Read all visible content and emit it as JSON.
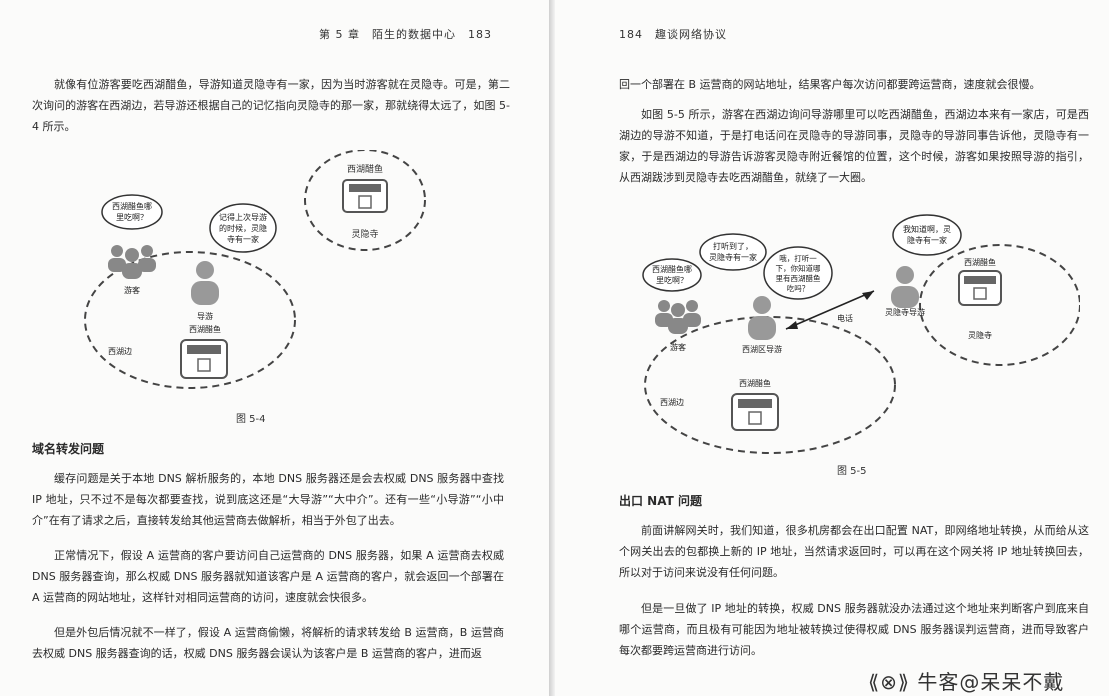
{
  "left_page": {
    "header": "第 5 章　陌生的数据中心　183",
    "intro_paragraph": "就像有位游客要吃西湖醋鱼，导游知道灵隐寺有一家，因为当时游客就在灵隐寺。可是，第二次询问的游客在西湖边，若导游还根据自己的记忆指向灵隐寺的那一家，那就绕得太远了，如图 5-4 所示。",
    "figure": {
      "caption": "图 5-4",
      "tourist_label": "游客",
      "tourist_bubble": [
        "西湖醋鱼哪",
        "里吃啊？"
      ],
      "guide_label": "导游",
      "guide_bubble": [
        "记得上次导游",
        "的时候，灵隐",
        "寺有一家"
      ],
      "shop_west_label": "西湖醋鱼",
      "area_west_label": "西湖边",
      "shop_temple_label": "西湖醋鱼",
      "area_temple_label": "灵隐寺"
    },
    "section_title": "域名转发问题",
    "paragraph_1": "缓存问题是关于本地 DNS 解析服务的，本地 DNS 服务器还是会去权威 DNS 服务器中查找 IP 地址，只不过不是每次都要查找，说到底这还是“大导游”“大中介”。还有一些“小导游”“小中介”在有了请求之后，直接转发给其他运营商去做解析，相当于外包了出去。",
    "paragraph_2": "正常情况下，假设 A 运营商的客户要访问自己运营商的 DNS 服务器，如果 A 运营商去权威 DNS 服务器查询，那么权威 DNS 服务器就知道该客户是 A 运营商的客户，就会返回一个部署在 A 运营商的网站地址，这样针对相同运营商的访问，速度就会快很多。",
    "paragraph_3": "但是外包后情况就不一样了，假设 A 运营商偷懒，将解析的请求转发给 B 运营商，B 运营商去权威 DNS 服务器查询的话，权威 DNS 服务器会误认为该客户是 B 运营商的客户，进而返"
  },
  "right_page": {
    "header": "184　趣谈网络协议",
    "continuation": "回一个部署在 B 运营商的网站地址，结果客户每次访问都要跨运营商，速度就会很慢。",
    "paragraph_1": "如图 5-5 所示，游客在西湖边询问导游哪里可以吃西湖醋鱼，西湖边本来有一家店，可是西湖边的导游不知道，于是打电话问在灵隐寺的导游同事，灵隐寺的导游同事告诉他，灵隐寺有一家，于是西湖边的导游告诉游客灵隐寺附近餐馆的位置，这个时候，游客如果按照导游的指引，从西湖跋涉到灵隐寺去吃西湖醋鱼，就绕了一大圈。",
    "figure": {
      "caption": "图 5-5",
      "tourist_label": "游客",
      "tourist_bubble": [
        "西湖醋鱼哪",
        "里吃啊？"
      ],
      "guide_label": "西湖区导游",
      "guide_bubble_1": [
        "打听到了，",
        "灵隐寺有一家"
      ],
      "guide_bubble_2": [
        "哦，打听一",
        "下，你知道哪",
        "里有西湖醋鱼",
        "吃吗？"
      ],
      "phone_label": "电话",
      "temple_guide_label": "灵隐寺导游",
      "temple_guide_bubble": [
        "我知道啊，灵",
        "隐寺有一家"
      ],
      "shop_temple_label": "西湖醋鱼",
      "area_temple_label": "灵隐寺",
      "area_west_label": "西湖边",
      "shop_west_label": "西湖醋鱼"
    },
    "section_title": "出口 NAT 问题",
    "paragraph_2": "前面讲解网关时，我们知道，很多机房都会在出口配置 NAT，即网络地址转换，从而给从这个网关出去的包都换上新的 IP 地址，当然请求返回时，可以再在这个网关将 IP 地址转换回去，所以对于访问来说没有任何问题。",
    "paragraph_3": "但是一旦做了 IP 地址的转换，权威 DNS 服务器就没办法通过这个地址来判断客户到底来自哪个运营商，而且极有可能因为地址被转换过使得权威 DNS 服务器误判运营商，进而导致客户每次都要跨运营商进行访问。"
  },
  "watermark": "牛客@呆呆不戴"
}
